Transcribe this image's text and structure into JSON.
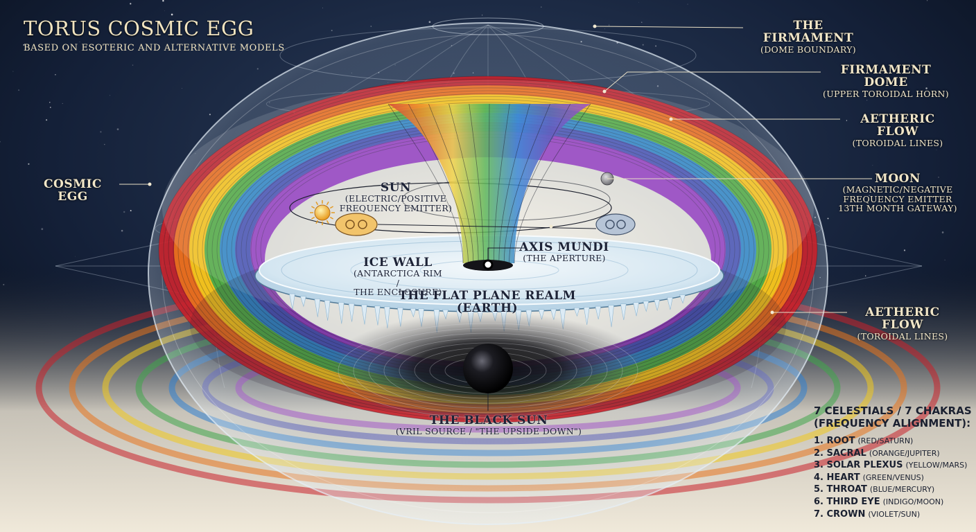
{
  "title": "TORUS COSMIC EGG",
  "subtitle": "BASED ON ESOTERIC AND ALTERNATIVE MODELS",
  "labels": {
    "firmament": {
      "title": "THE FIRMAMENT",
      "sub": "(DOME BOUNDARY)"
    },
    "firmament_dome": {
      "title": "FIRMAMENT DOME",
      "sub": "(UPPER TOROIDAL HORN)"
    },
    "aetheric_top": {
      "title": "AETHERIC FLOW",
      "sub": "(TOROIDAL LINES)"
    },
    "moon": {
      "title": "MOON",
      "lines": [
        "(MAGNETIC/NEGATIVE",
        "FREQUENCY EMITTER",
        "13TH MONTH GATEWAY)"
      ]
    },
    "cosmic_egg": {
      "title": "COSMIC EGG"
    },
    "sun": {
      "title": "SUN",
      "lines": [
        "(ELECTRIC/POSITIVE",
        "FREQUENCY EMITTER)"
      ]
    },
    "axis_mundi": {
      "title": "AXIS MUNDI",
      "sub": "(THE APERTURE)"
    },
    "ice_wall": {
      "title": "ICE WALL",
      "lines": [
        "(ANTARCTICA RIM /",
        "THE ENCLOSURE)"
      ]
    },
    "flat_plane": {
      "title": "THE FLAT PLANE REALM (EARTH)"
    },
    "aetheric_bottom": {
      "title": "AETHERIC FLOW",
      "sub": "(TOROIDAL LINES)"
    },
    "black_sun": {
      "title": "THE BLACK SUN",
      "sub": "(VRIL SOURCE / \"THE UPSIDE DOWN\")"
    }
  },
  "legend": {
    "heading_line1": "7 CELESTIALS / 7 CHAKRAS",
    "heading_line2": "(FREQUENCY ALIGNMENT):",
    "items": [
      {
        "name": "1. ROOT",
        "detail": "(RED/SATURN)",
        "color": "#c8202a"
      },
      {
        "name": "2. SACRAL",
        "detail": "(ORANGE/JUPITER)",
        "color": "#e8741e"
      },
      {
        "name": "3. SOLAR PLEXUS",
        "detail": "(YELLOW/MARS)",
        "color": "#f0c91e"
      },
      {
        "name": "4. HEART",
        "detail": "(GREEN/VENUS)",
        "color": "#3fa54a"
      },
      {
        "name": "5. THROAT",
        "detail": "(BLUE/MERCURY)",
        "color": "#2f7fd0"
      },
      {
        "name": "6. THIRD EYE",
        "detail": "(INDIGO/MOON)",
        "color": "#4a4fb0"
      },
      {
        "name": "7. CROWN",
        "detail": "(VIOLET/SUN)",
        "color": "#9a3fc0"
      }
    ]
  },
  "colors": {
    "space_dark": "#0c1424",
    "parchment": "#efe6d2",
    "ice": "#dfeef7",
    "label_light": "#f1e6c8",
    "label_dark": "#1c2236"
  }
}
